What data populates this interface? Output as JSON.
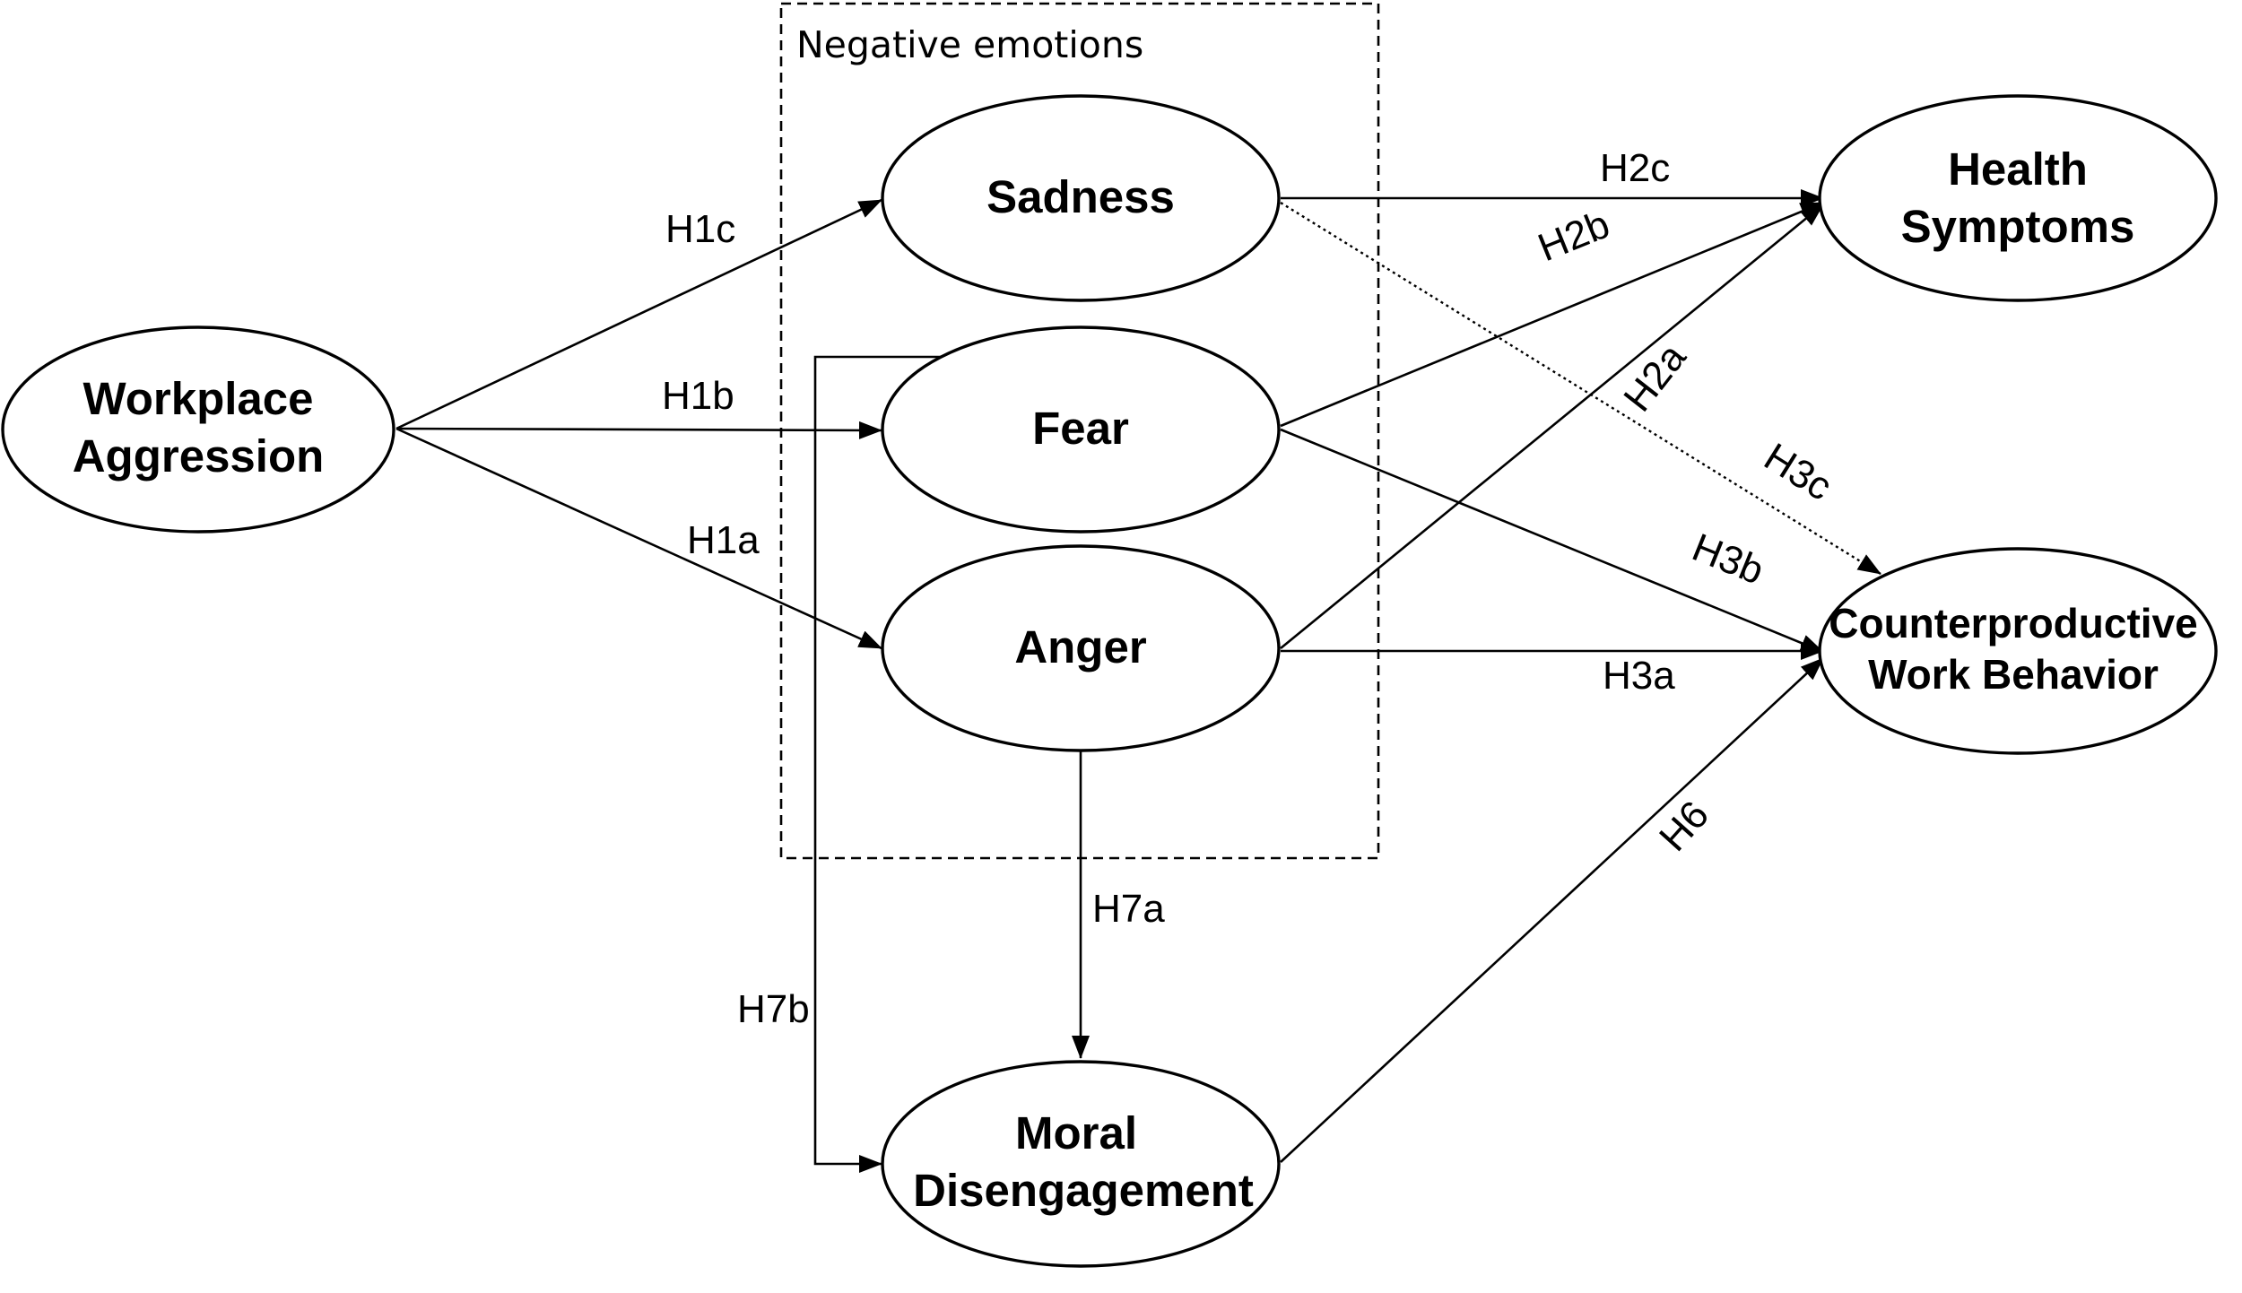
{
  "group": {
    "title": "Negative emotions"
  },
  "nodes": {
    "workplace_aggression": [
      "Workplace",
      "Aggression"
    ],
    "sadness": [
      "Sadness"
    ],
    "fear": [
      "Fear"
    ],
    "anger": [
      "Anger"
    ],
    "moral_disengagement": [
      "Moral",
      "Disengagement"
    ],
    "health_symptoms": [
      "Health",
      "Symptoms"
    ],
    "counterproductive_work_behavior": [
      "Counterproductive",
      "Work Behavior"
    ]
  },
  "edges": {
    "h1a": "H1a",
    "h1b": "H1b",
    "h1c": "H1c",
    "h2a": "H2a",
    "h2b": "H2b",
    "h2c": "H2c",
    "h3a": "H3a",
    "h3b": "H3b",
    "h3c": "H3c",
    "h6": "H6",
    "h7a": "H7a",
    "h7b": "H7b"
  }
}
